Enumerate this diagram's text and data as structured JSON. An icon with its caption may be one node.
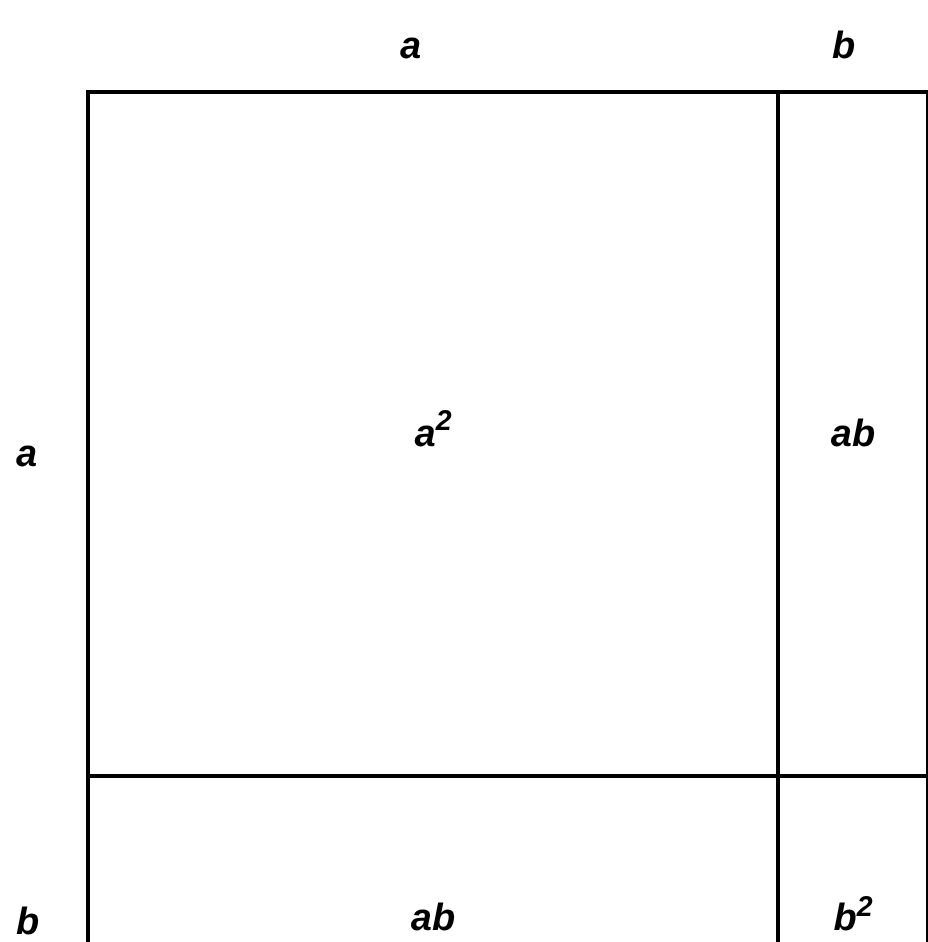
{
  "diagram": {
    "nodes": [
      {
        "text": [
          "a$^{2}$"
        ]
      },
      {
        "text": [
          "ab"
        ]
      },
      {
        "text": [
          "ab"
        ]
      },
      {
        "text": [
          "b$^{2}$"
        ]
      }
    ],
    "labels": [
      "a",
      "b",
      "a",
      "b"
    ]
  }
}
